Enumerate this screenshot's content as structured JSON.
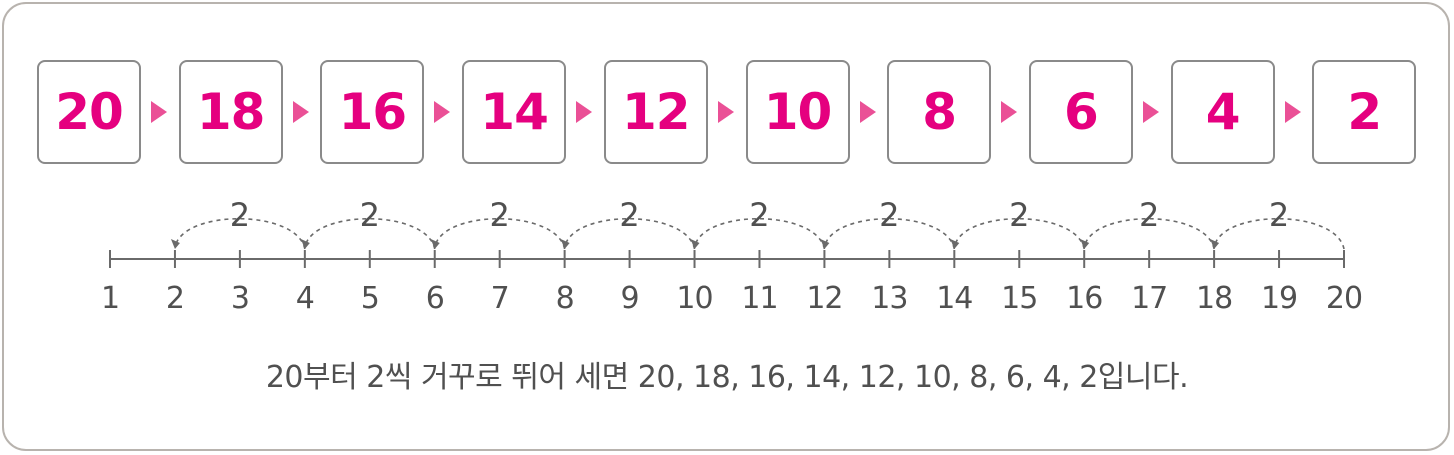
{
  "sequence": [
    "20",
    "18",
    "16",
    "14",
    "12",
    "10",
    "8",
    "6",
    "4",
    "2"
  ],
  "jump_label": "2",
  "number_line": {
    "ticks": [
      "1",
      "2",
      "3",
      "4",
      "5",
      "6",
      "7",
      "8",
      "9",
      "10",
      "11",
      "12",
      "13",
      "14",
      "15",
      "16",
      "17",
      "18",
      "19",
      "20"
    ],
    "highlighted": [
      "2",
      "4",
      "6",
      "8",
      "10",
      "12",
      "14",
      "16",
      "18"
    ]
  },
  "caption": "20부터 2씩 거꾸로 뛰어 세면 20, 18, 16, 14, 12, 10, 8, 6, 4, 2입니다.",
  "colors": {
    "accent": "#e5007f",
    "arrow": "#ea5096",
    "text": "#505050",
    "highlight": "#e6e6e6",
    "border": "#8a8a8a"
  }
}
